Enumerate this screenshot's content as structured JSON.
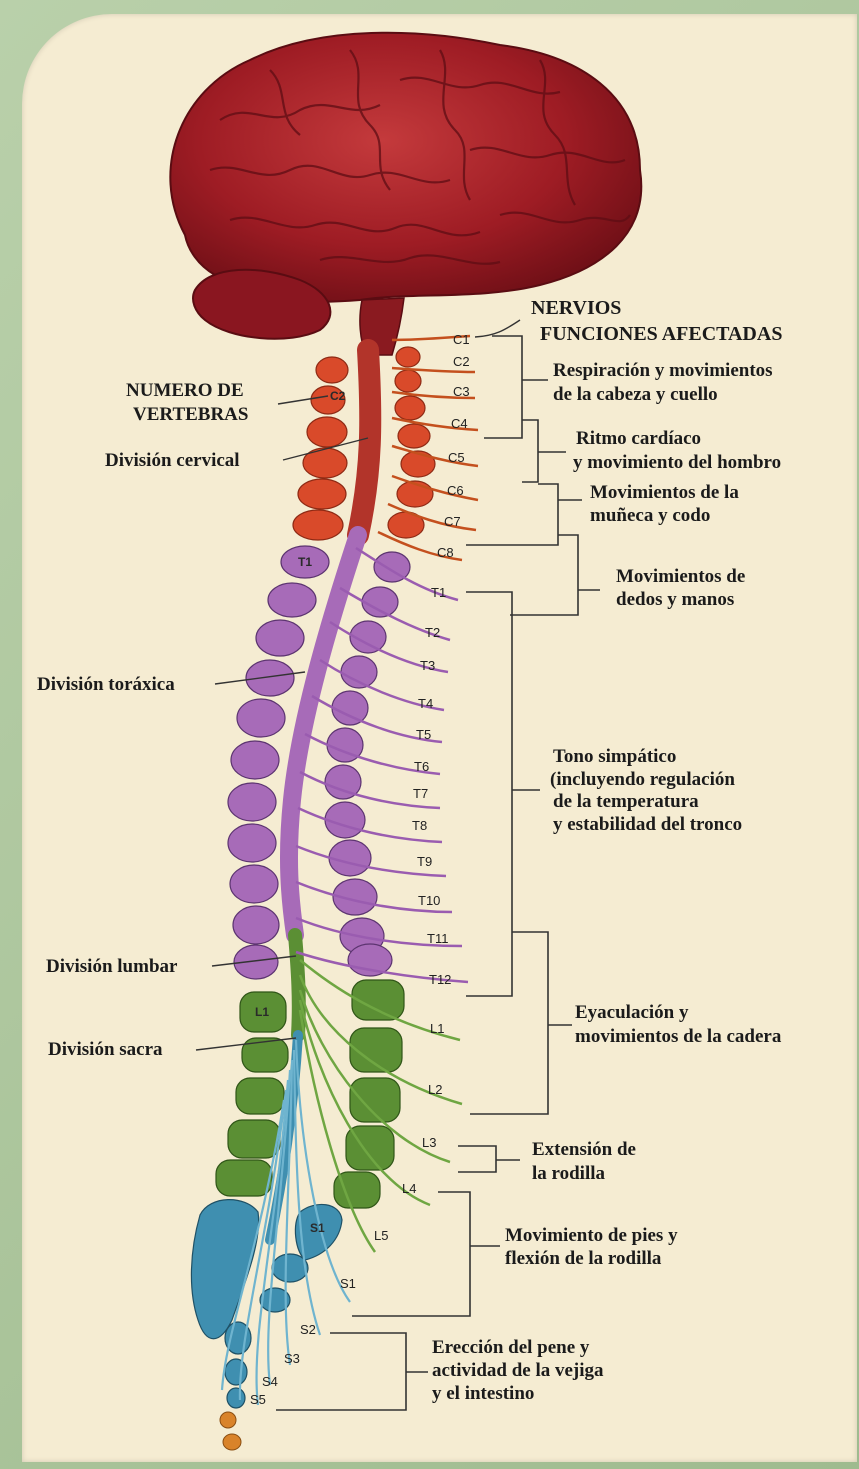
{
  "header": {
    "nervios": "NERVIOS",
    "funciones": "FUNCIONES AFECTADAS"
  },
  "left_labels": {
    "numero_1": "NUMERO DE",
    "numero_2": "VERTEBRAS",
    "cervical": "División cervical",
    "toraxica": "División toráxica",
    "lumbar": "División lumbar",
    "sacra": "División sacra"
  },
  "nerves": {
    "cervical": [
      "C1",
      "C2",
      "C3",
      "C4",
      "C5",
      "C6",
      "C7",
      "C8"
    ],
    "thoracic": [
      "T1",
      "T2",
      "T3",
      "T4",
      "T5",
      "T6",
      "T7",
      "T8",
      "T9",
      "T10",
      "T11",
      "T12"
    ],
    "lumbar": [
      "L1",
      "L2",
      "L3",
      "L4",
      "L5"
    ],
    "sacral": [
      "S1",
      "S2",
      "S3",
      "S4",
      "S5"
    ]
  },
  "vertebra_labels": {
    "c2": "C2",
    "t1": "T1",
    "l1": "L1",
    "s1": "S1"
  },
  "functions": {
    "f1_a": "Respiración y movimientos",
    "f1_b": "de la cabeza y cuello",
    "f2_a": "Ritmo cardíaco",
    "f2_b": "y movimiento del hombro",
    "f3_a": "Movimientos de la",
    "f3_b": "muñeca y codo",
    "f4_a": "Movimientos de",
    "f4_b": "dedos y manos",
    "f5_a": "Tono simpático",
    "f5_b": "(incluyendo regulación",
    "f5_c": "de la temperatura",
    "f5_d": "y estabilidad del tronco",
    "f6_a": "Eyaculación y",
    "f6_b": "movimientos de la cadera",
    "f7_a": "Extensión de",
    "f7_b": "la rodilla",
    "f8_a": "Movimiento de pies y",
    "f8_b": "flexión de la rodilla",
    "f9_a": "Erección del pene y",
    "f9_b": "actividad de la vejiga",
    "f9_c": "y el intestino"
  },
  "colors": {
    "brain": "#9e1c24",
    "cervical": "#d94a2a",
    "thoracic": "#a76bb8",
    "lumbar": "#5b8f34",
    "sacral": "#3f8fb0",
    "background": "#f5ecd2",
    "frame": "#a9c39a"
  }
}
